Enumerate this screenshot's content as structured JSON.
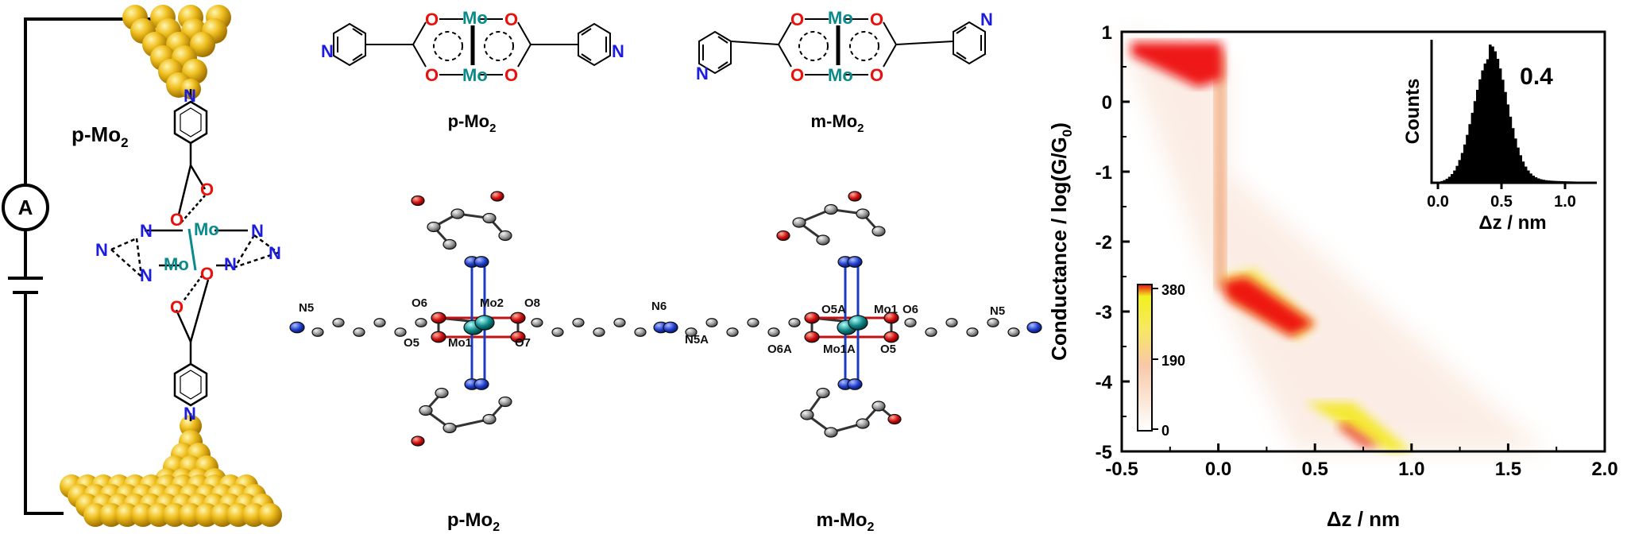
{
  "panel_left": {
    "title": "p-Mo",
    "title_sub": "2",
    "ammeter": "A"
  },
  "atoms": {
    "mo": "Mo",
    "o": "O",
    "n": "N"
  },
  "structures": {
    "p_label": "p-Mo",
    "m_label": "m-Mo",
    "sub": "2"
  },
  "crystal_p": {
    "atoms": [
      "N5",
      "O6",
      "Mo2",
      "O8",
      "N6",
      "O5",
      "Mo1",
      "O7"
    ],
    "label": "p-Mo",
    "sub": "2"
  },
  "crystal_m": {
    "atoms": [
      "O5A",
      "Mo1",
      "O6",
      "N5",
      "N5A",
      "O6A",
      "Mo1A",
      "O5"
    ],
    "label": "m-Mo",
    "sub": "2"
  },
  "colors": {
    "mo": "#0a8a8a",
    "o": "#e8120c",
    "n": "#1c1cdc",
    "gold": "#e8b818"
  },
  "chart_data": {
    "type": "heatmap",
    "xlabel": "Δz / nm",
    "ylabel_main": "Conductance / log(G/G",
    "ylabel_sub": "0",
    "ylabel_end": ")",
    "xlim": [
      -0.5,
      2.0
    ],
    "ylim": [
      -5,
      1
    ],
    "xticks": [
      "-0.5",
      "0.0",
      "0.5",
      "1.0",
      "1.5",
      "2.0"
    ],
    "yticks": [
      "1",
      "0",
      "-1",
      "-2",
      "-3",
      "-4",
      "-5"
    ],
    "colorbar": {
      "ticks": [
        "380",
        "190",
        "0"
      ],
      "range": [
        0,
        380
      ]
    },
    "hot_regions": [
      {
        "x": [
          -0.45,
          0.02
        ],
        "y": [
          0.55,
          0.85
        ],
        "level": "high"
      },
      {
        "x": [
          0.02,
          0.5
        ],
        "y": [
          -3.4,
          -2.5
        ],
        "level": "high"
      },
      {
        "x": [
          0.45,
          1.0
        ],
        "y": [
          -5.0,
          -4.3
        ],
        "level": "medium"
      }
    ],
    "inset": {
      "type": "bar",
      "xlabel": "Δz / nm",
      "ylabel": "Counts",
      "annotation": "0.4",
      "xticks": [
        "0.0",
        "0.5",
        "1.0"
      ],
      "xlim": [
        -0.05,
        1.25
      ],
      "peak": 0.4
    }
  }
}
